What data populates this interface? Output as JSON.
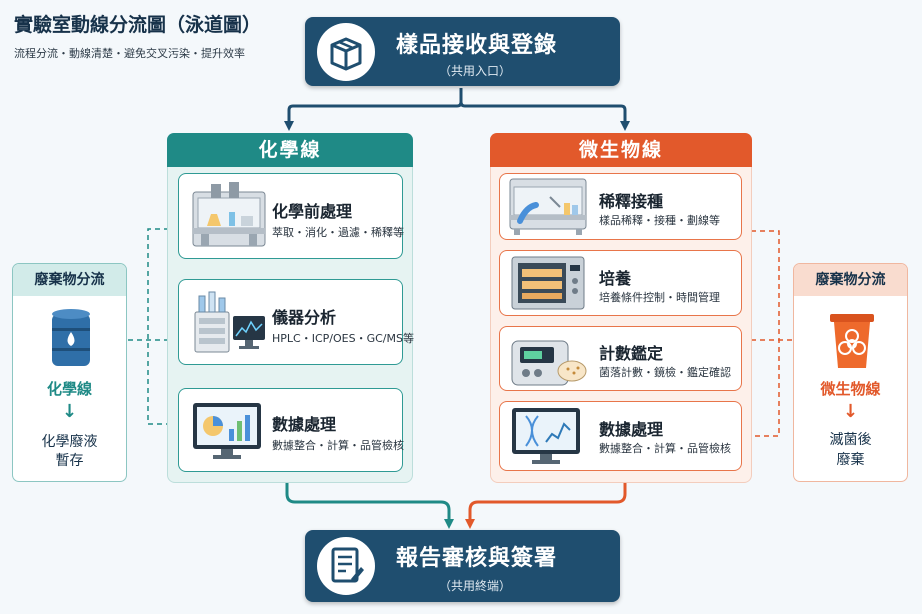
{
  "header": {
    "title": "實驗室動線分流圖（泳道圖）",
    "subtitle": "流程分流・動線清楚・避免交叉污染・提升效率"
  },
  "intake": {
    "title": "樣品接收與登錄",
    "subtitle": "（共用入口）",
    "icon": "package-icon"
  },
  "chemistry_lane": {
    "title": "化學線",
    "steps": [
      {
        "title": "化學前處理",
        "desc": "萃取・消化・過濾・稀釋等",
        "icon": "fume-hood-icon"
      },
      {
        "title": "儀器分析",
        "desc": "HPLC・ICP/OES・GC/MS等",
        "icon": "instrument-icon"
      },
      {
        "title": "數據處理",
        "desc": "數據整合・計算・品管檢核",
        "icon": "monitor-chart-icon"
      }
    ]
  },
  "micro_lane": {
    "title": "微生物線",
    "steps": [
      {
        "title": "稀釋接種",
        "desc": "樣品稀釋・接種・劃線等",
        "icon": "biosafety-cabinet-icon"
      },
      {
        "title": "培養",
        "desc": "培養條件控制・時間管理",
        "icon": "incubator-icon"
      },
      {
        "title": "計數鑑定",
        "desc": "菌落計數・鏡檢・鑑定確認",
        "icon": "colony-counter-icon"
      },
      {
        "title": "數據處理",
        "desc": "數據整合・計算・品管檢核",
        "icon": "dna-monitor-icon"
      }
    ]
  },
  "waste_chem": {
    "title": "廢棄物分流",
    "source": "化學線",
    "arrow": "↓",
    "result_line1": "化學廢液",
    "result_line2": "暫存",
    "icon": "waste-drum-icon"
  },
  "waste_micro": {
    "title": "廢棄物分流",
    "source": "微生物線",
    "arrow": "↓",
    "result_line1": "滅菌後",
    "result_line2": "廢棄",
    "icon": "biohazard-bin-icon"
  },
  "report": {
    "title": "報告審核與簽署",
    "subtitle": "（共用終端）",
    "icon": "document-sign-icon"
  },
  "colors": {
    "navy": "#1f4e6f",
    "teal": "#1f8a86",
    "orange": "#e2592b"
  }
}
